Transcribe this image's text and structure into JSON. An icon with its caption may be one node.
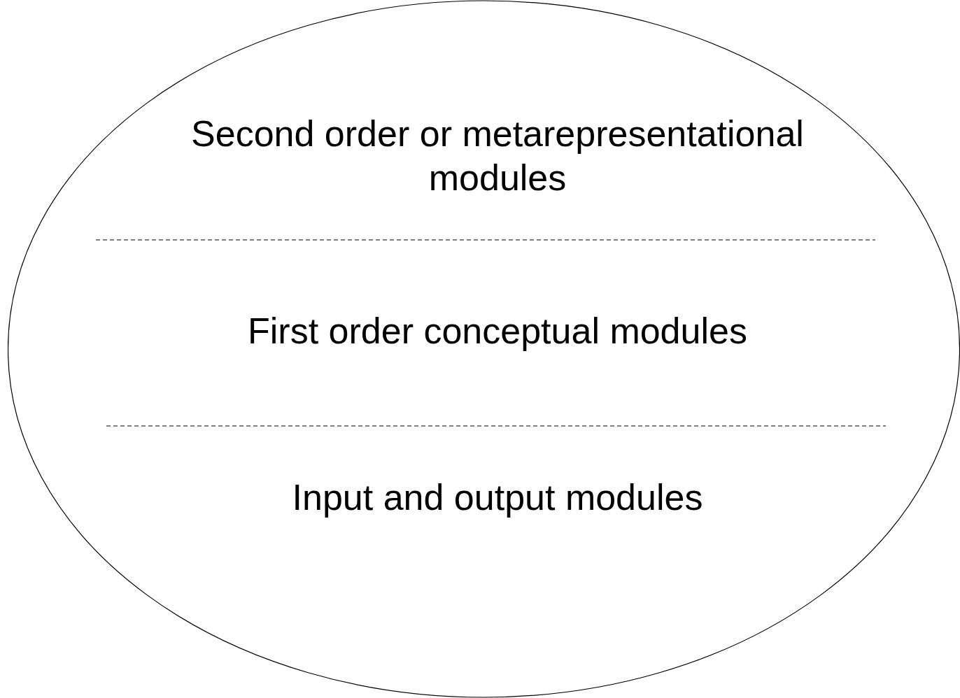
{
  "diagram": {
    "nodes": [
      {
        "text": [
          "Second order or metarepresentational modules",
          "First order conceptual modules",
          "Input and output modules"
        ]
      }
    ]
  }
}
